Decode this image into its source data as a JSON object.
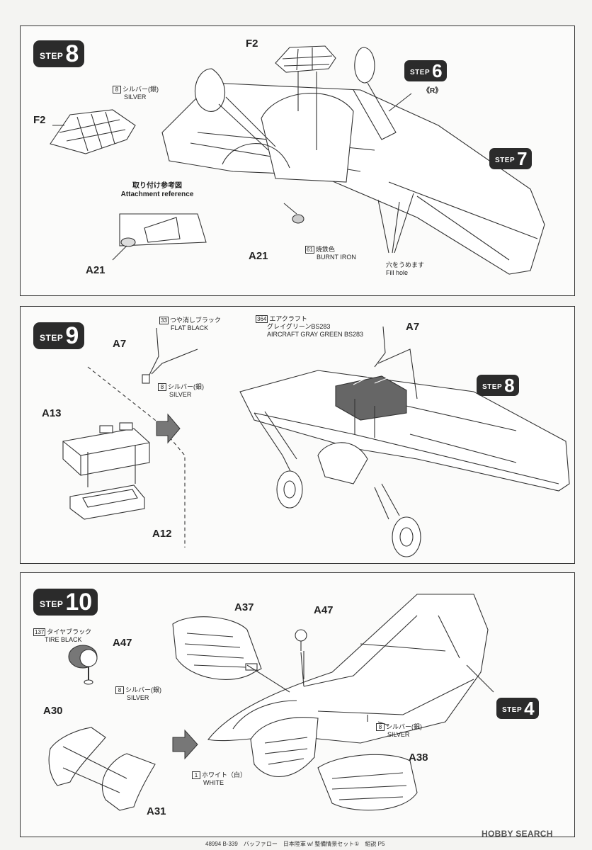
{
  "step_word": "STEP",
  "panel1": {
    "step": "8",
    "ref_steps": {
      "a": "6",
      "a_note": "《R》",
      "b": "7"
    },
    "parts": {
      "f2_left": "F2",
      "f2_top": "F2",
      "a21_left": "A21",
      "a21_main": "A21"
    },
    "paint_silver": {
      "code": "8",
      "jp": "シルバー(銀)",
      "en": "SILVER"
    },
    "paint_iron": {
      "code": "61",
      "jp": "焼鉄色",
      "en": "BURNT IRON"
    },
    "attach_ref": {
      "jp": "取り付け参考図",
      "en": "Attachment reference"
    },
    "fill_hole": {
      "jp": "穴をうめます",
      "en": "Fill hole"
    }
  },
  "panel2": {
    "step": "9",
    "ref_step": "8",
    "parts": {
      "a7_left": "A7",
      "a7_right": "A7",
      "a13": "A13",
      "a12": "A12"
    },
    "paint_flat": {
      "code": "33",
      "jp": "つや消しブラック",
      "en": "FLAT BLACK"
    },
    "paint_silver": {
      "code": "8",
      "jp": "シルバー(銀)",
      "en": "SILVER"
    },
    "paint_gray": {
      "code": "364",
      "jp1": "エアクラフト",
      "jp2": "グレイグリーンBS283",
      "en": "AIRCRAFT GRAY GREEN BS283"
    }
  },
  "panel3": {
    "step": "10",
    "ref_step": "4",
    "parts": {
      "a37": "A37",
      "a47_top": "A47",
      "a47_left": "A47",
      "a30": "A30",
      "a31": "A31",
      "a38": "A38"
    },
    "paint_tire": {
      "code": "137",
      "jp": "タイヤブラック",
      "en": "TIRE BLACK"
    },
    "paint_silver_left": {
      "code": "8",
      "jp": "シルバー(銀)",
      "en": "SILVER"
    },
    "paint_silver_right": {
      "code": "8",
      "jp": "シルバー(銀)",
      "en": "SILVER"
    },
    "paint_white": {
      "code": "1",
      "jp": "ホワイト（白）",
      "en": "WHITE"
    }
  },
  "footer": "48994 B-339　バッファロー　日本陸軍 w/ 整備情景セット①　組説 P5",
  "watermark": "HOBBY SEARCH"
}
